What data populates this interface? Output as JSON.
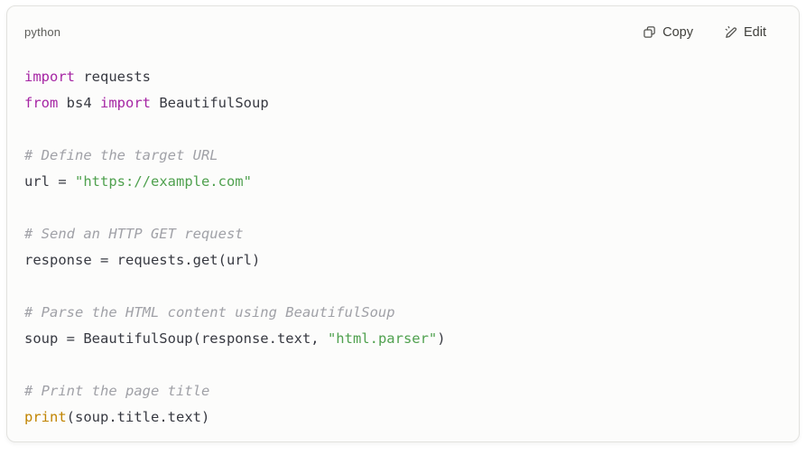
{
  "header": {
    "language_label": "python",
    "copy_label": "Copy",
    "edit_label": "Edit"
  },
  "code": {
    "language": "python",
    "lines": [
      [
        [
          "kw",
          "import"
        ],
        [
          "plain",
          " requests"
        ]
      ],
      [
        [
          "kw",
          "from"
        ],
        [
          "plain",
          " bs4 "
        ],
        [
          "kw",
          "import"
        ],
        [
          "plain",
          " BeautifulSoup"
        ]
      ],
      [],
      [
        [
          "com",
          "# Define the target URL"
        ]
      ],
      [
        [
          "plain",
          "url = "
        ],
        [
          "str",
          "\"https://example.com\""
        ]
      ],
      [],
      [
        [
          "com",
          "# Send an HTTP GET request"
        ]
      ],
      [
        [
          "plain",
          "response = requests.get(url)"
        ]
      ],
      [],
      [
        [
          "com",
          "# Parse the HTML content using BeautifulSoup"
        ]
      ],
      [
        [
          "plain",
          "soup = BeautifulSoup(response.text, "
        ],
        [
          "str",
          "\"html.parser\""
        ],
        [
          "plain",
          ")"
        ]
      ],
      [],
      [
        [
          "com",
          "# Print the page title"
        ]
      ],
      [
        [
          "fn",
          "print"
        ],
        [
          "plain",
          "(soup.title.text)"
        ]
      ]
    ]
  },
  "colors": {
    "keyword": "#a626a4",
    "string": "#50a14f",
    "comment": "#a0a1a7",
    "builtin": "#c18401",
    "plain_text": "#383a42",
    "card_background": "#fcfcfb",
    "card_border": "#e2e2df",
    "label_text": "#5d5d59",
    "button_text": "#40403c"
  }
}
